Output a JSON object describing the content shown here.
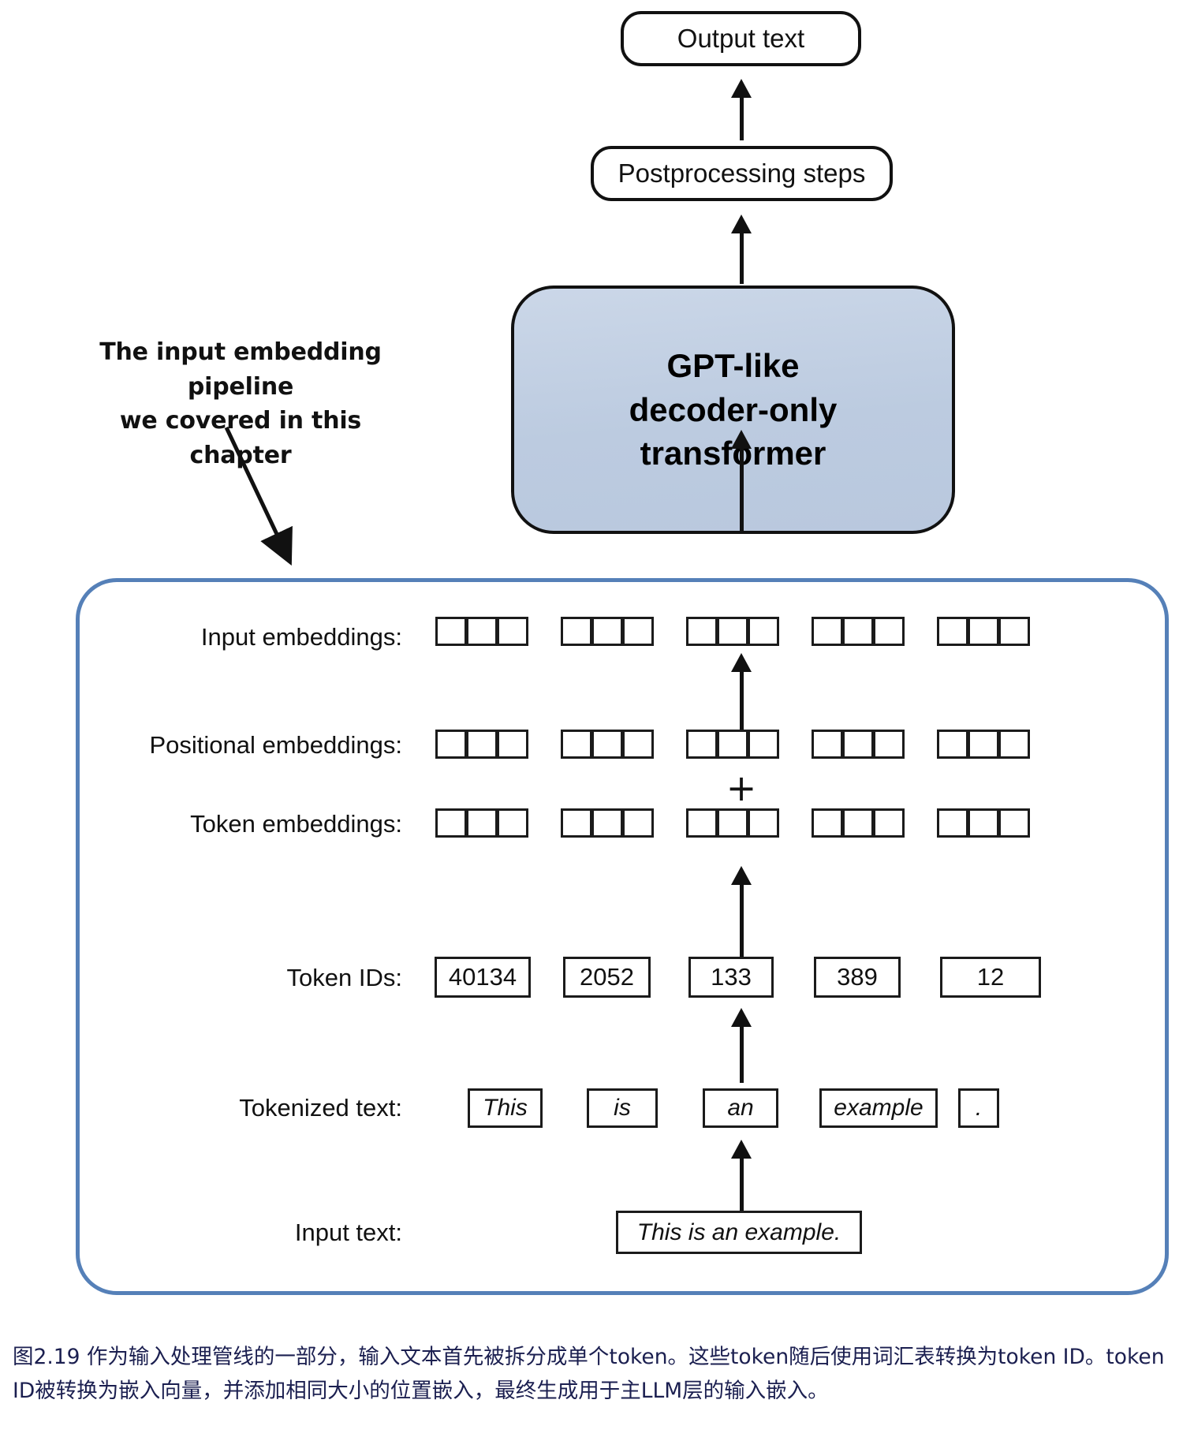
{
  "figure": {
    "top_flow": {
      "output_text": "Output text",
      "postprocessing": "Postprocessing steps",
      "gpt_block_lines": [
        "GPT-like",
        "decoder-only",
        "transformer"
      ]
    },
    "callout": {
      "line1": "The input embedding pipeline",
      "line2": "we covered in this chapter"
    },
    "pipeline": {
      "rows": [
        {
          "label": "Input embeddings:",
          "kind": "cells",
          "groups": 5,
          "cells_per_group": 3
        },
        {
          "label": "Positional embeddings:",
          "kind": "cells",
          "groups": 5,
          "cells_per_group": 3
        },
        {
          "label": "Token embeddings:",
          "kind": "cells",
          "groups": 5,
          "cells_per_group": 3
        },
        {
          "label": "Token IDs:",
          "kind": "values",
          "values": [
            "40134",
            "2052",
            "133",
            "389",
            "12"
          ]
        },
        {
          "label": "Tokenized text:",
          "kind": "values",
          "values": [
            "This",
            "is",
            "an",
            "example",
            "."
          ]
        },
        {
          "label": "Input text:",
          "kind": "values",
          "values": [
            "This is an example."
          ]
        }
      ],
      "plus_symbol": "+"
    },
    "colors": {
      "gpt_block_fill": "#c2cfe2",
      "pipeline_border": "#5580b8",
      "stroke": "#111111",
      "caption_text": "#1b1f50"
    },
    "caption": "图2.19 作为输入处理管线的一部分，输入文本首先被拆分成单个token。这些token随后使用词汇表转换为token ID。token ID被转换为嵌入向量，并添加相同大小的位置嵌入，最终生成用于主LLM层的输入嵌入。"
  }
}
